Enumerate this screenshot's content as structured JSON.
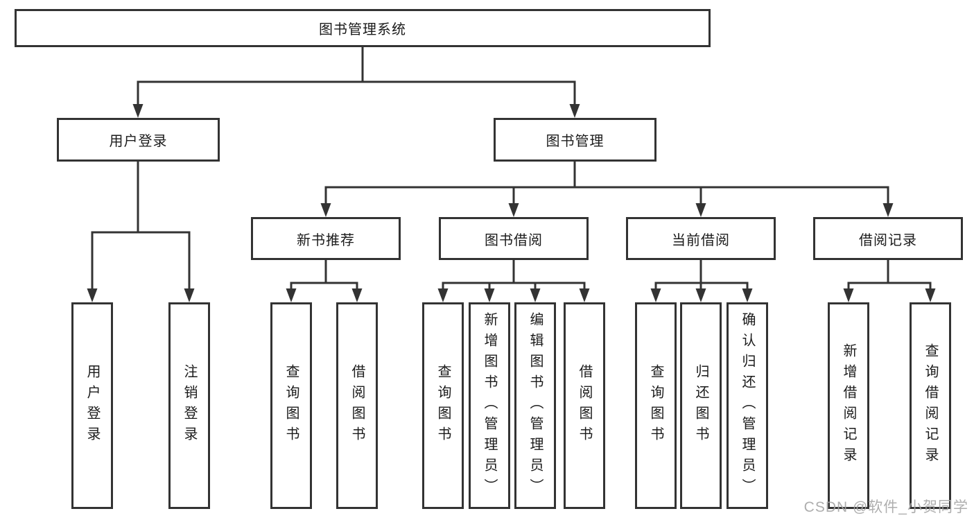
{
  "diagram": {
    "nodes": {
      "root": {
        "label": "图书管理系统"
      },
      "user_login": {
        "label": "用户登录"
      },
      "book_management": {
        "label": "图书管理"
      },
      "new_book_rec": {
        "label": "新书推荐"
      },
      "book_borrow": {
        "label": "图书借阅"
      },
      "current_borrow": {
        "label": "当前借阅"
      },
      "borrow_records": {
        "label": "借阅记录"
      },
      "user_login_action": {
        "label": "用户登录"
      },
      "logout": {
        "label": "注销登录"
      },
      "nbr_query_books": {
        "label": "查询图书"
      },
      "nbr_borrow_books": {
        "label": "借阅图书"
      },
      "bb_query_books": {
        "label": "查询图书"
      },
      "bb_add_books": {
        "label": "新增图书（管理员）"
      },
      "bb_edit_books": {
        "label": "编辑图书（管理员）"
      },
      "bb_borrow_books": {
        "label": "借阅图书"
      },
      "cb_query_books": {
        "label": "查询图书"
      },
      "cb_return_books": {
        "label": "归还图书"
      },
      "cb_confirm_return": {
        "label": "确认归还（管理员）"
      },
      "br_add_record": {
        "label": "新增借阅记录"
      },
      "br_query_record": {
        "label": "查询借阅记录"
      }
    },
    "colors": {
      "line": "#333333",
      "text": "#1b1b1b",
      "watermark": "#a6a6a6",
      "background": "#ffffff"
    },
    "watermark": {
      "text": "CSDN @软件_小贺同学"
    }
  }
}
